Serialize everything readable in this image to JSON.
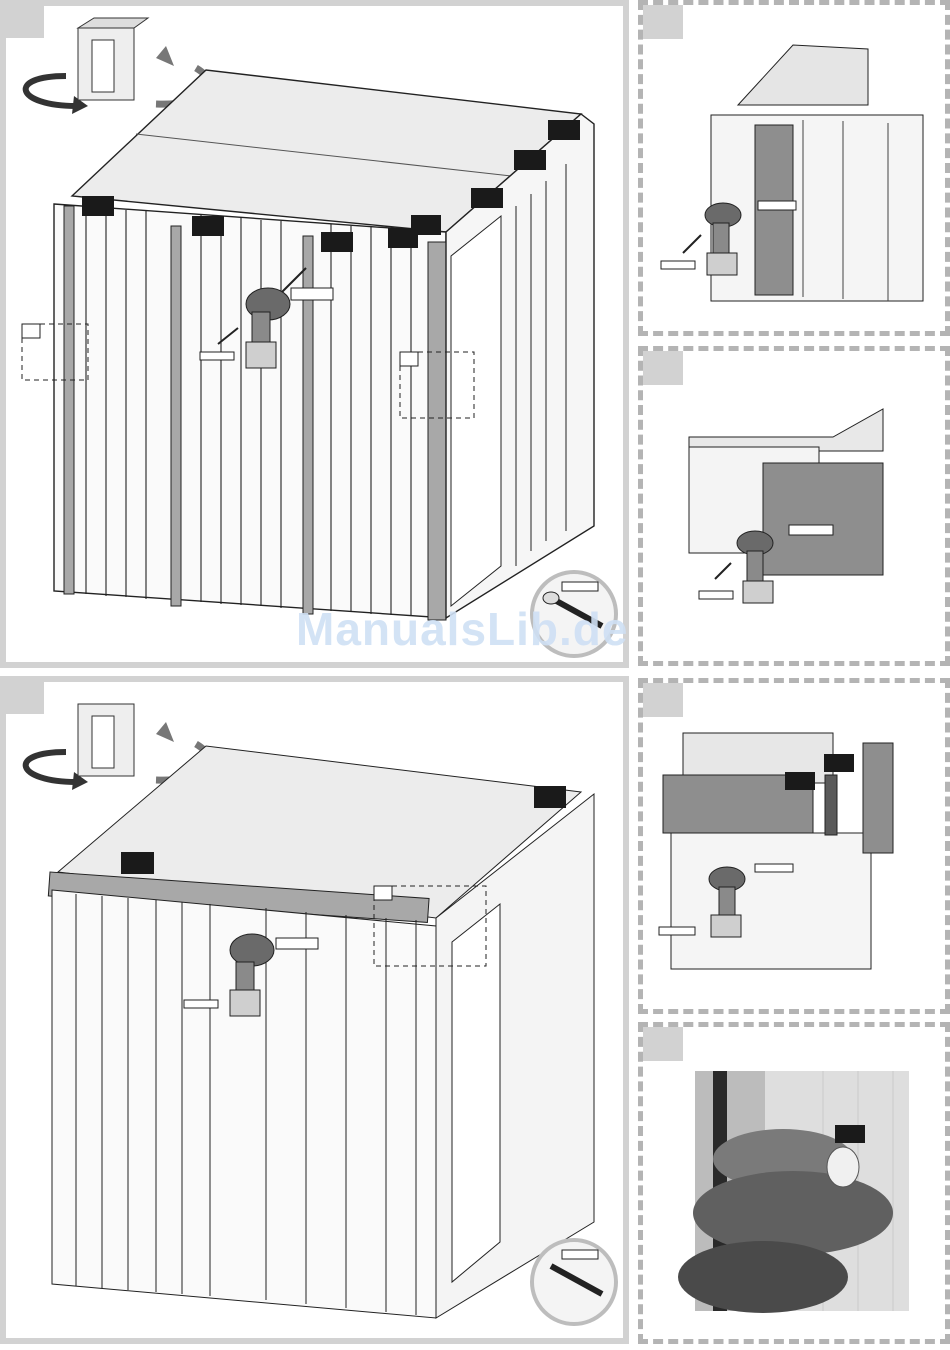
{
  "document": {
    "watermark": "ManualsLib.de",
    "steps": [
      {
        "id": "step-1",
        "description": "assembly"
      },
      {
        "id": "step-2",
        "description": "detail-a"
      },
      {
        "id": "step-3",
        "description": "detail-b"
      },
      {
        "id": "step-4",
        "description": "assembly"
      },
      {
        "id": "step-5",
        "description": "detail-c"
      },
      {
        "id": "step-6",
        "description": "photo"
      }
    ]
  }
}
